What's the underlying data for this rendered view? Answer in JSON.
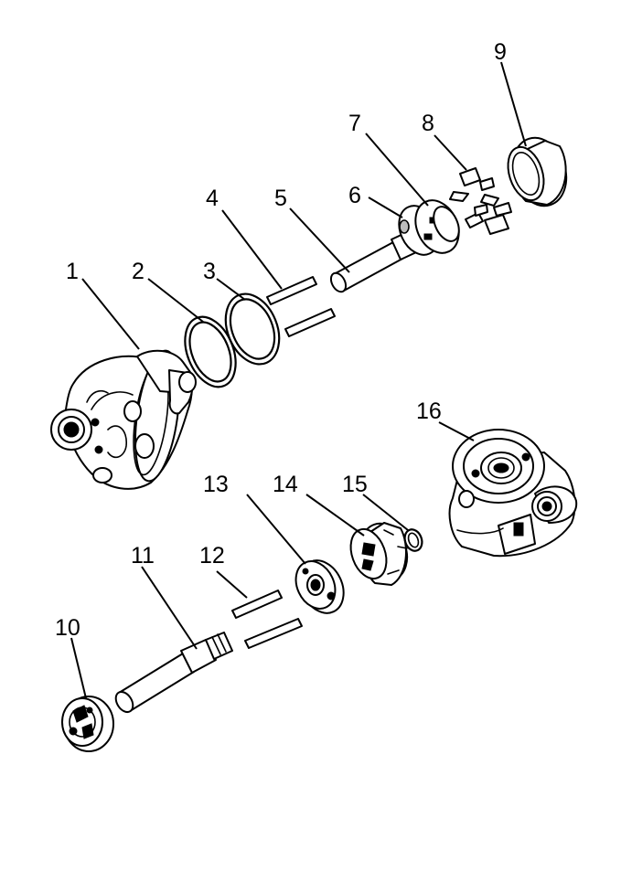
{
  "callouts": [
    {
      "id": "1",
      "label": "1"
    },
    {
      "id": "2",
      "label": "2"
    },
    {
      "id": "3",
      "label": "3"
    },
    {
      "id": "4",
      "label": "4"
    },
    {
      "id": "5",
      "label": "5"
    },
    {
      "id": "6",
      "label": "6"
    },
    {
      "id": "7",
      "label": "7"
    },
    {
      "id": "8",
      "label": "8"
    },
    {
      "id": "9",
      "label": "9"
    },
    {
      "id": "10",
      "label": "10"
    },
    {
      "id": "11",
      "label": "11"
    },
    {
      "id": "12",
      "label": "12"
    },
    {
      "id": "13",
      "label": "13"
    },
    {
      "id": "14",
      "label": "14"
    },
    {
      "id": "15",
      "label": "15"
    },
    {
      "id": "16",
      "label": "16"
    }
  ],
  "colors": {
    "ink": "#000000",
    "background": "#ffffff",
    "shade": "#bdbdbd"
  }
}
